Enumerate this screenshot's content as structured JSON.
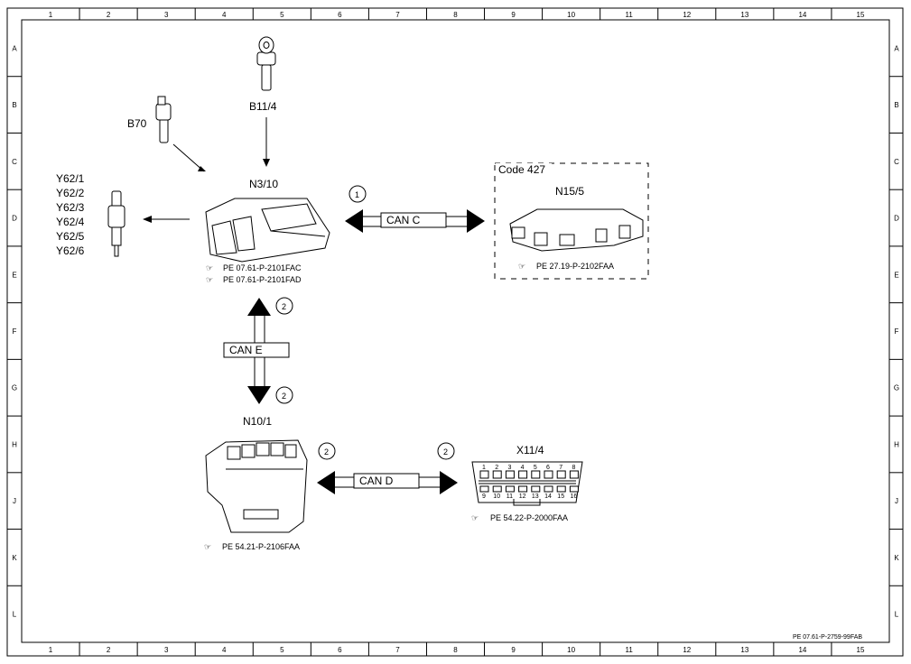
{
  "grid": {
    "columns": [
      "1",
      "2",
      "3",
      "4",
      "5",
      "6",
      "7",
      "8",
      "9",
      "10",
      "11",
      "12",
      "13",
      "14",
      "15"
    ],
    "rows": [
      "A",
      "B",
      "C",
      "D",
      "E",
      "F",
      "G",
      "H",
      "J",
      "K",
      "L"
    ]
  },
  "components": {
    "b11_4": "B11/4",
    "b70": "B70",
    "n3_10": "N3/10",
    "y62": [
      "Y62/1",
      "Y62/2",
      "Y62/3",
      "Y62/4",
      "Y62/5",
      "Y62/6"
    ],
    "n15_5": "N15/5",
    "code_427": "Code 427",
    "n10_1": "N10/1",
    "x11_4": "X11/4"
  },
  "references": {
    "n3_10_ref1": "PE 07.61-P-2101FAC",
    "n3_10_ref2": "PE 07.61-P-2101FAD",
    "n15_5_ref": "PE 27.19-P-2102FAA",
    "n10_1_ref": "PE 54.21-P-2106FAA",
    "x11_4_ref": "PE 54.22-P-2000FAA",
    "doc_id": "PE 07.61-P-2759-99FAB"
  },
  "buses": {
    "can_c": "CAN C",
    "can_e": "CAN E",
    "can_d": "CAN D"
  },
  "markers": {
    "one": "1",
    "two": "2"
  },
  "connector_pins": {
    "top": [
      "1",
      "2",
      "3",
      "4",
      "5",
      "6",
      "7",
      "8"
    ],
    "bottom": [
      "9",
      "10",
      "11",
      "12",
      "13",
      "14",
      "15",
      "16"
    ]
  }
}
